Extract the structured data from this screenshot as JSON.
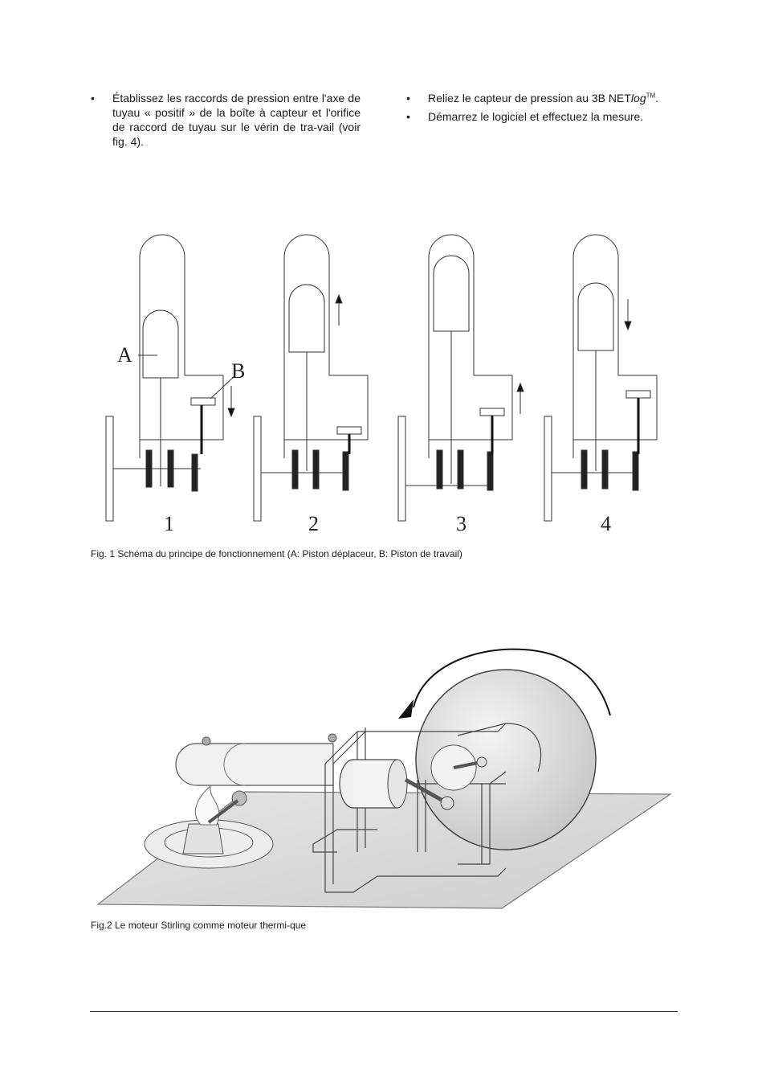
{
  "left_column": {
    "bullets": [
      {
        "marker": "•",
        "text": "Établissez les raccords de pression entre l'axe de tuyau « positif » de la boîte à capteur et l'orifice de raccord de tuyau sur le vérin de tra-vail (voir fig. 4)."
      }
    ]
  },
  "right_column": {
    "bullets": [
      {
        "marker": "•",
        "text_before": "Reliez le capteur de pression au 3B NET",
        "text_italic": "log",
        "text_sup": "TM",
        "text_after": "."
      },
      {
        "marker": "•",
        "text": "Démarrez le logiciel et effectuez la mesure."
      }
    ]
  },
  "figure1": {
    "label_a": "A",
    "label_b": "B",
    "panel_numbers": [
      "1",
      "2",
      "3",
      "4"
    ],
    "caption": "Fig. 1 Schéma du principe de fonctionnement (A: Piston déplaceur, B: Piston de travail)"
  },
  "figure2": {
    "caption": "Fig.2 Le moteur Stirling comme moteur thermi-que"
  }
}
